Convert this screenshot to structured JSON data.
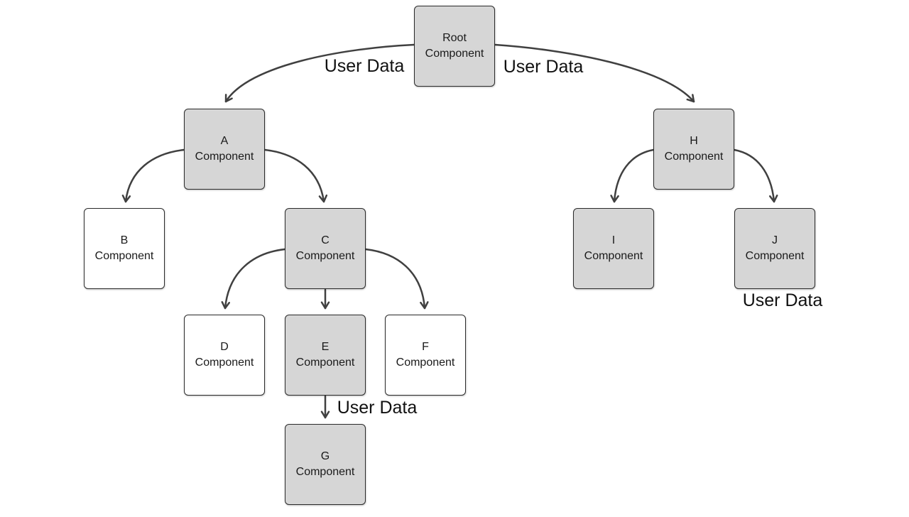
{
  "diagram": {
    "description": "Component tree diagram showing User Data passed from a root component down through nested components",
    "nodes": {
      "root": {
        "name": "Root",
        "type": "Component",
        "shaded": true
      },
      "a": {
        "name": "A",
        "type": "Component",
        "shaded": true
      },
      "b": {
        "name": "B",
        "type": "Component",
        "shaded": false
      },
      "c": {
        "name": "C",
        "type": "Component",
        "shaded": true
      },
      "d": {
        "name": "D",
        "type": "Component",
        "shaded": false
      },
      "e": {
        "name": "E",
        "type": "Component",
        "shaded": true
      },
      "f": {
        "name": "F",
        "type": "Component",
        "shaded": false
      },
      "g": {
        "name": "G",
        "type": "Component",
        "shaded": true
      },
      "h": {
        "name": "H",
        "type": "Component",
        "shaded": true
      },
      "i": {
        "name": "I",
        "type": "Component",
        "shaded": true
      },
      "j": {
        "name": "J",
        "type": "Component",
        "shaded": true
      }
    },
    "edge_labels": {
      "root_to_a": "User Data",
      "root_to_h": "User Data",
      "e_to_g": "User Data",
      "at_j": "User Data"
    }
  },
  "colors": {
    "background": "#ffffff",
    "node-fill": "#d6d6d6",
    "node-fill-plain": "#ffffff",
    "node-border": "#2b2b2b",
    "edge": "#404040",
    "text": "#1a1a1a"
  }
}
